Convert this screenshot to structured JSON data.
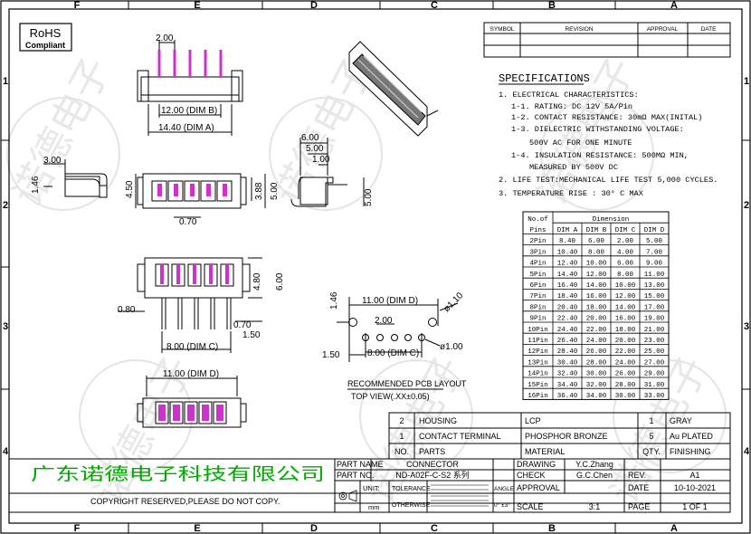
{
  "zone_cols": [
    "F",
    "E",
    "D",
    "C",
    "B",
    "A"
  ],
  "zone_rows": [
    "1",
    "2",
    "3",
    "4"
  ],
  "rohs": {
    "line1": "RoHS",
    "line2": "Compliant"
  },
  "revision_header": {
    "symbol": "SYMBOL",
    "revision": "REVISION",
    "approval": "APPROVAL",
    "date": "DATE"
  },
  "specs": {
    "title": "SPECIFICATIONS",
    "lines": [
      "1. ELECTRICAL CHARACTERISTICS:",
      "1-1. RATING: DC 12V 5A/Pin",
      "1-2. CONTACT RESISTANCE: 30mΩ  MAX(INITAL)",
      "1-3. DIELECTRIC WITHSTANDING VOLTAGE:",
      "500V AC FOR ONE MINUTE",
      "1-4. INSULATION RESISTANCE: 500MΩ  MIN,",
      "MEASURED BY 500V DC",
      "2. LIFE TEST:MECHANICAL LIFE TEST 5,000 CYCLES.",
      "3. TEMPERATURE RISE : 30° C MAX"
    ]
  },
  "dim_table": {
    "group_header": "Dimension",
    "col0_line1": "No.of",
    "col0_line2": "Pins",
    "columns": [
      "DIM A",
      "DIM B",
      "DIM C",
      "DIM D"
    ],
    "rows": [
      [
        "2Pin",
        "8.40",
        "6.00",
        "2.00",
        "5.00"
      ],
      [
        "3Pin",
        "10.40",
        "8.00",
        "4.00",
        "7.00"
      ],
      [
        "4Pin",
        "12.40",
        "10.00",
        "6.00",
        "9.00"
      ],
      [
        "5Pin",
        "14.40",
        "12.00",
        "8.00",
        "11.00"
      ],
      [
        "6Pin",
        "16.40",
        "14.00",
        "10.00",
        "13.00"
      ],
      [
        "7Pin",
        "18.40",
        "16.00",
        "12.00",
        "15.00"
      ],
      [
        "8Pin",
        "20.40",
        "18.00",
        "14.00",
        "17.00"
      ],
      [
        "9Pin",
        "22.40",
        "20.00",
        "16.00",
        "19.00"
      ],
      [
        "10Pin",
        "24.40",
        "22.00",
        "18.00",
        "21.00"
      ],
      [
        "11Pin",
        "26.40",
        "24.00",
        "20.00",
        "23.00"
      ],
      [
        "12Pin",
        "28.40",
        "26.00",
        "22.00",
        "25.00"
      ],
      [
        "13Pin",
        "30.40",
        "28.00",
        "24.00",
        "27.00"
      ],
      [
        "14Pin",
        "32.40",
        "30.00",
        "26.00",
        "29.00"
      ],
      [
        "15Pin",
        "34.40",
        "32.00",
        "28.00",
        "31.00"
      ],
      [
        "16Pin",
        "36.40",
        "34.00",
        "30.00",
        "33.00"
      ]
    ]
  },
  "dims": {
    "top_pitch": "2.00",
    "top_b": "12.00 (DIM B)",
    "top_a": "14.40 (DIM A)",
    "side_300": "3.00",
    "side_146": "1.46",
    "front_450": "4.50",
    "front_070": "0.70",
    "front_388": "3.88",
    "front_500": "5.00",
    "right_600": "6.00",
    "right_500": "5.00",
    "right_100": "1.00",
    "right_500v": "5.00",
    "bottom_080": "0.80",
    "bottom_480": "4.80",
    "bottom_600": "6.00",
    "bottom_070": "0.70",
    "bottom_150": "1.50",
    "bottom_c": "8.00 (DIM C)",
    "pcb_146": "1.46",
    "pcb_d": "11.00 (DIM D)",
    "pcb_110": "ø1.10",
    "pcb_200": "2.00",
    "pcb_100": "ø1.00",
    "pcb_150": "1.50",
    "pcb_c": "8.00 (DIM C)",
    "underside_d": "11.00 (DIM D)"
  },
  "pcb_note": {
    "title": "RECOMMENDED PCB LAYOUT",
    "subtitle": "TOP VIEW(.XX±0.05)"
  },
  "bom": [
    {
      "no": "2",
      "part": "HOUSING",
      "material": "LCP",
      "qty": "1",
      "finish": "GRAY"
    },
    {
      "no": "1",
      "part": "CONTACT TERMINAL",
      "material": "PHOSPHOR BRONZE",
      "qty": "5",
      "finish": "Au PLATED"
    }
  ],
  "bom_header": {
    "no": "NO.",
    "part": "PARTS",
    "material": "MATERIAL",
    "qty": "QTY.",
    "finish": "FINISHING"
  },
  "company": "广东诺德电子科技有限公司",
  "copyright": "COPYRIGHT RESERVED,PLEASE DO NOT COPY.",
  "titleblock": {
    "part_name_label": "PART NAME",
    "part_name": "CONNECTOR",
    "part_no_label": "PART NO.",
    "part_no": "ND-A02F-C-S2 系列",
    "drawing_label": "DRAWING",
    "drawing": "Y.C.Zhang",
    "check_label": "CHECK",
    "check": "G.C.Chen",
    "approval_label": "APPROVAL",
    "scale_label": "SCALE",
    "scale": "3:1",
    "unit_label": "UNIT:",
    "unit": "mm",
    "tolerance_label": "TOLERANCE",
    "otherwise_label": "OTHERWISE",
    "angle_label": "ANGLE",
    "angle": "0° ±3°",
    "rev_label": "REV.",
    "rev": "A1",
    "date_label": "DATE",
    "date": "10-10-2021",
    "page_label": "PAGE",
    "page": "1 OF 1"
  },
  "watermark": "诺德电子",
  "colors": {
    "pin": "#cc33cc",
    "line": "#000000",
    "water": "#e6e6e6"
  }
}
